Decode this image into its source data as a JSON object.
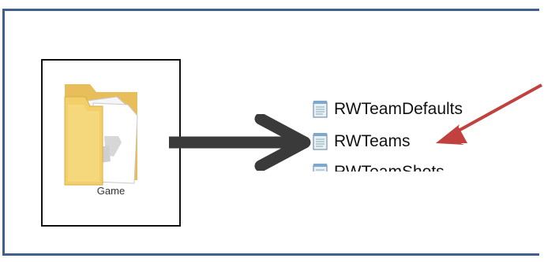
{
  "folder": {
    "label": "Game",
    "icon": "folder-icon"
  },
  "files": [
    {
      "name": "RWTeamDefaults",
      "icon": "notepad-file-icon"
    },
    {
      "name": "RWTeams",
      "icon": "notepad-file-icon"
    },
    {
      "name": "RWTeamShots",
      "icon": "notepad-file-icon"
    }
  ],
  "colors": {
    "frame_border": "#3f5f8f",
    "arrow_dark": "#3a3a3a",
    "arrow_red": "#c0413e",
    "folder_yellow": "#f3cf6a"
  }
}
